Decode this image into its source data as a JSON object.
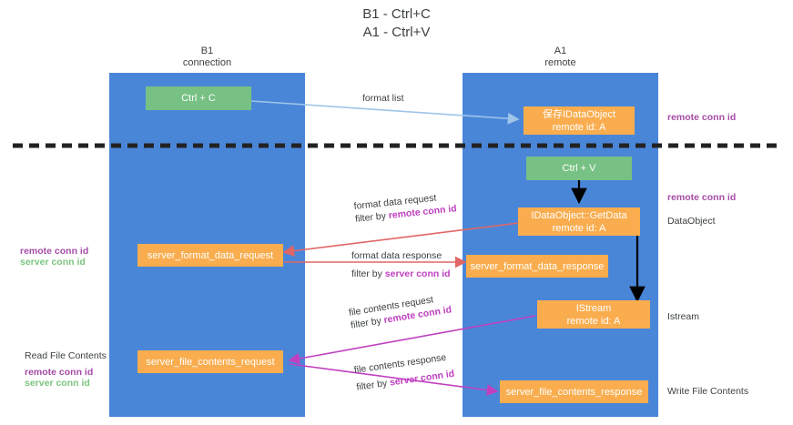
{
  "title": {
    "line1": "B1 - Ctrl+C",
    "line2": "A1 - Ctrl+V"
  },
  "columns": [
    {
      "name": "B1",
      "sub": "connection"
    },
    {
      "name": "A1",
      "sub": "remote"
    }
  ],
  "colors": {
    "lane": "#4a86d8",
    "green_node": "#76c183",
    "orange_node": "#f9ad4e",
    "purple_text": "#a64ca6",
    "magenta_text": "#c040c0",
    "green_text": "#7cc47f",
    "arrow_blue": "#9fc5e8",
    "arrow_red": "#e06666",
    "arrow_magenta": "#c040c0",
    "arrow_black": "#000000",
    "divider": "#222222"
  },
  "nodes": {
    "ctrl_c": {
      "label": "Ctrl + C"
    },
    "ctrl_v": {
      "label": "Ctrl + V"
    },
    "data_object_top": {
      "line1": "保存IDataObject",
      "line2": "remote id: A"
    },
    "get_data": {
      "line1": "IDataObject::GetData",
      "line2": "remote id: A"
    },
    "istream": {
      "line1": "IStream",
      "line2": "remote id: A"
    },
    "server_format_data_request": {
      "label": "server_format_data_request"
    },
    "server_format_data_response": {
      "label": "server_format_data_response"
    },
    "server_file_contents_request": {
      "label": "server_file_contents_request"
    },
    "server_file_contents_response": {
      "label": "server_file_contents_response"
    }
  },
  "edge_labels": {
    "format_list": "format list",
    "format_data_request": "format data request",
    "format_data_request_filter_prefix": "filter by ",
    "format_data_request_filter_key": "remote conn id",
    "format_data_response": "format data response",
    "format_data_response_filter_prefix": "filter by ",
    "format_data_response_filter_key": "server conn id",
    "file_contents_request": "file contents request",
    "file_contents_request_filter_prefix": "filter by ",
    "file_contents_request_filter_key": "remote conn id",
    "file_contents_response": "file contents response",
    "file_contents_response_filter_prefix": "filter by ",
    "file_contents_response_filter_key": "server conn id"
  },
  "annotations": {
    "right_remote_conn_id_top": "remote conn id",
    "right_remote_conn_id_mid": "remote conn id",
    "right_data_object": "DataObject",
    "right_istream": "Istream",
    "right_write_file_contents": "Write File Contents",
    "left_remote_conn_id_mid": "remote conn id",
    "left_server_conn_id_mid": "server conn id",
    "left_read_file_contents": "Read File Contents",
    "left_remote_conn_id_bottom": "remote conn id",
    "left_server_conn_id_bottom": "server conn id"
  }
}
